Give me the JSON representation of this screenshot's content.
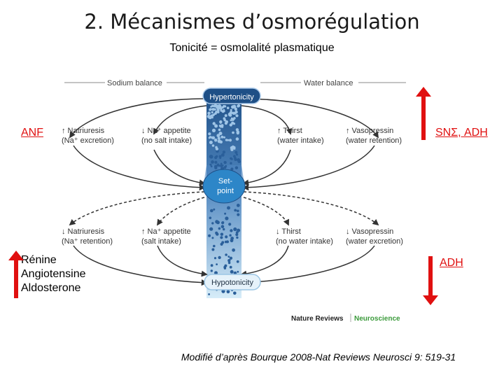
{
  "slide": {
    "title": "2. Mécanismes d’osmorégulation",
    "subtitle": "Tonicité = osmolalité plasmatique",
    "citation": "Modifié d’après Bourque 2008-Nat Reviews  Neurosci 9: 519-31"
  },
  "labels": {
    "anf": "ANF",
    "sns_adh": "SNΣ, ADH",
    "adh": "ADH",
    "renine_lines": [
      "Rénine",
      "Angiotensine",
      "Aldosterone"
    ]
  },
  "figure": {
    "sodium_balance": "Sodium balance",
    "water_balance": "Water balance",
    "hypertonicity": "Hypertonicity",
    "hypotonicity": "Hypotonicity",
    "set_point": [
      "Set-",
      "point"
    ],
    "upper": {
      "natriuresis": [
        "↑ Natriuresis",
        "(Na⁺ excretion)"
      ],
      "na_appetite": [
        "↓ Na⁺ appetite",
        "(no salt intake)"
      ],
      "thirst": [
        "↑ Thirst",
        "(water intake)"
      ],
      "vasopressin": [
        "↑ Vasopressin",
        "(water retention)"
      ]
    },
    "lower": {
      "natriuresis": [
        "↓ Natriuresis",
        "(Na⁺ retention)"
      ],
      "na_appetite": [
        "↑ Na⁺ appetite",
        "(salt intake)"
      ],
      "thirst": [
        "↓ Thirst",
        "(no water intake)"
      ],
      "vasopressin": [
        "↓ Vasopressin",
        "(water excretion)"
      ]
    },
    "journal": "Nature Reviews",
    "journal_section": "Neuroscience"
  },
  "colors": {
    "arrow_red": "#e01010",
    "label_red": "#e01010",
    "column_dark": "#1e4f86",
    "column_light": "#c8e6f5",
    "ellipse_blue": "#2d86c8",
    "neuroscience_green": "#3a9a3a"
  }
}
